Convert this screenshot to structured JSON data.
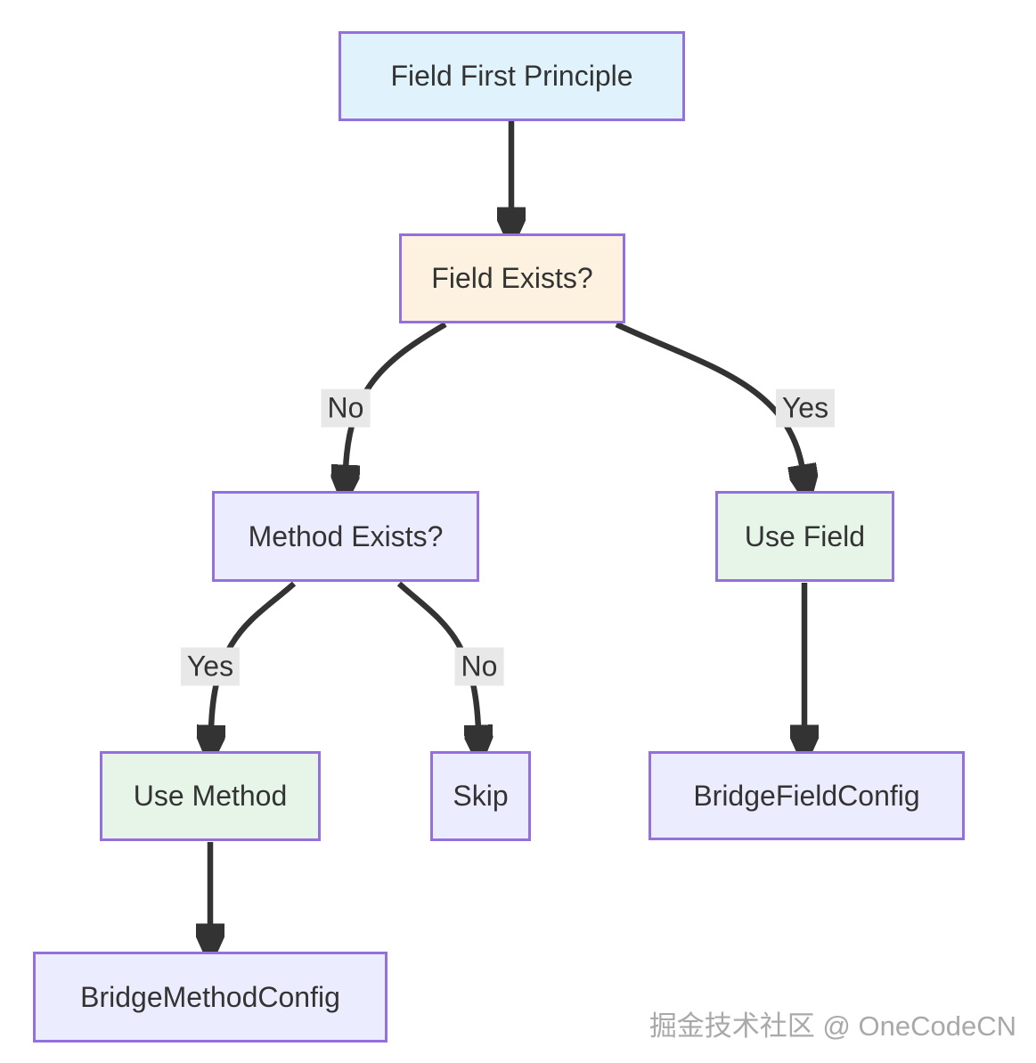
{
  "diagram": {
    "type": "flowchart",
    "direction": "top-down",
    "nodes": {
      "field_first_principle": {
        "label": "Field First Principle",
        "fill": "#e0f2fc"
      },
      "field_exists": {
        "label": "Field Exists?",
        "fill": "#fdf2df"
      },
      "method_exists": {
        "label": "Method Exists?",
        "fill": "#ececff"
      },
      "use_field": {
        "label": "Use Field",
        "fill": "#e7f4e8"
      },
      "use_method": {
        "label": "Use Method",
        "fill": "#e7f4e8"
      },
      "skip": {
        "label": "Skip",
        "fill": "#ececff"
      },
      "bridge_field_config": {
        "label": "BridgeFieldConfig",
        "fill": "#ececff"
      },
      "bridge_method_config": {
        "label": "BridgeMethodConfig",
        "fill": "#ececff"
      }
    },
    "edges": [
      {
        "from": "Field First Principle",
        "to": "Field Exists?",
        "label": ""
      },
      {
        "from": "Field Exists?",
        "to": "Method Exists?",
        "label": "No"
      },
      {
        "from": "Field Exists?",
        "to": "Use Field",
        "label": "Yes"
      },
      {
        "from": "Method Exists?",
        "to": "Use Method",
        "label": "Yes"
      },
      {
        "from": "Method Exists?",
        "to": "Skip",
        "label": "No"
      },
      {
        "from": "Use Field",
        "to": "BridgeFieldConfig",
        "label": ""
      },
      {
        "from": "Use Method",
        "to": "BridgeMethodConfig",
        "label": ""
      }
    ],
    "colors": {
      "node_border": "#9370db",
      "edge_stroke": "#333333",
      "node_text": "#333333",
      "edge_label_background": "#e8e8e8"
    }
  },
  "watermark": {
    "text": "掘金技术社区 @ OneCodeCN"
  }
}
